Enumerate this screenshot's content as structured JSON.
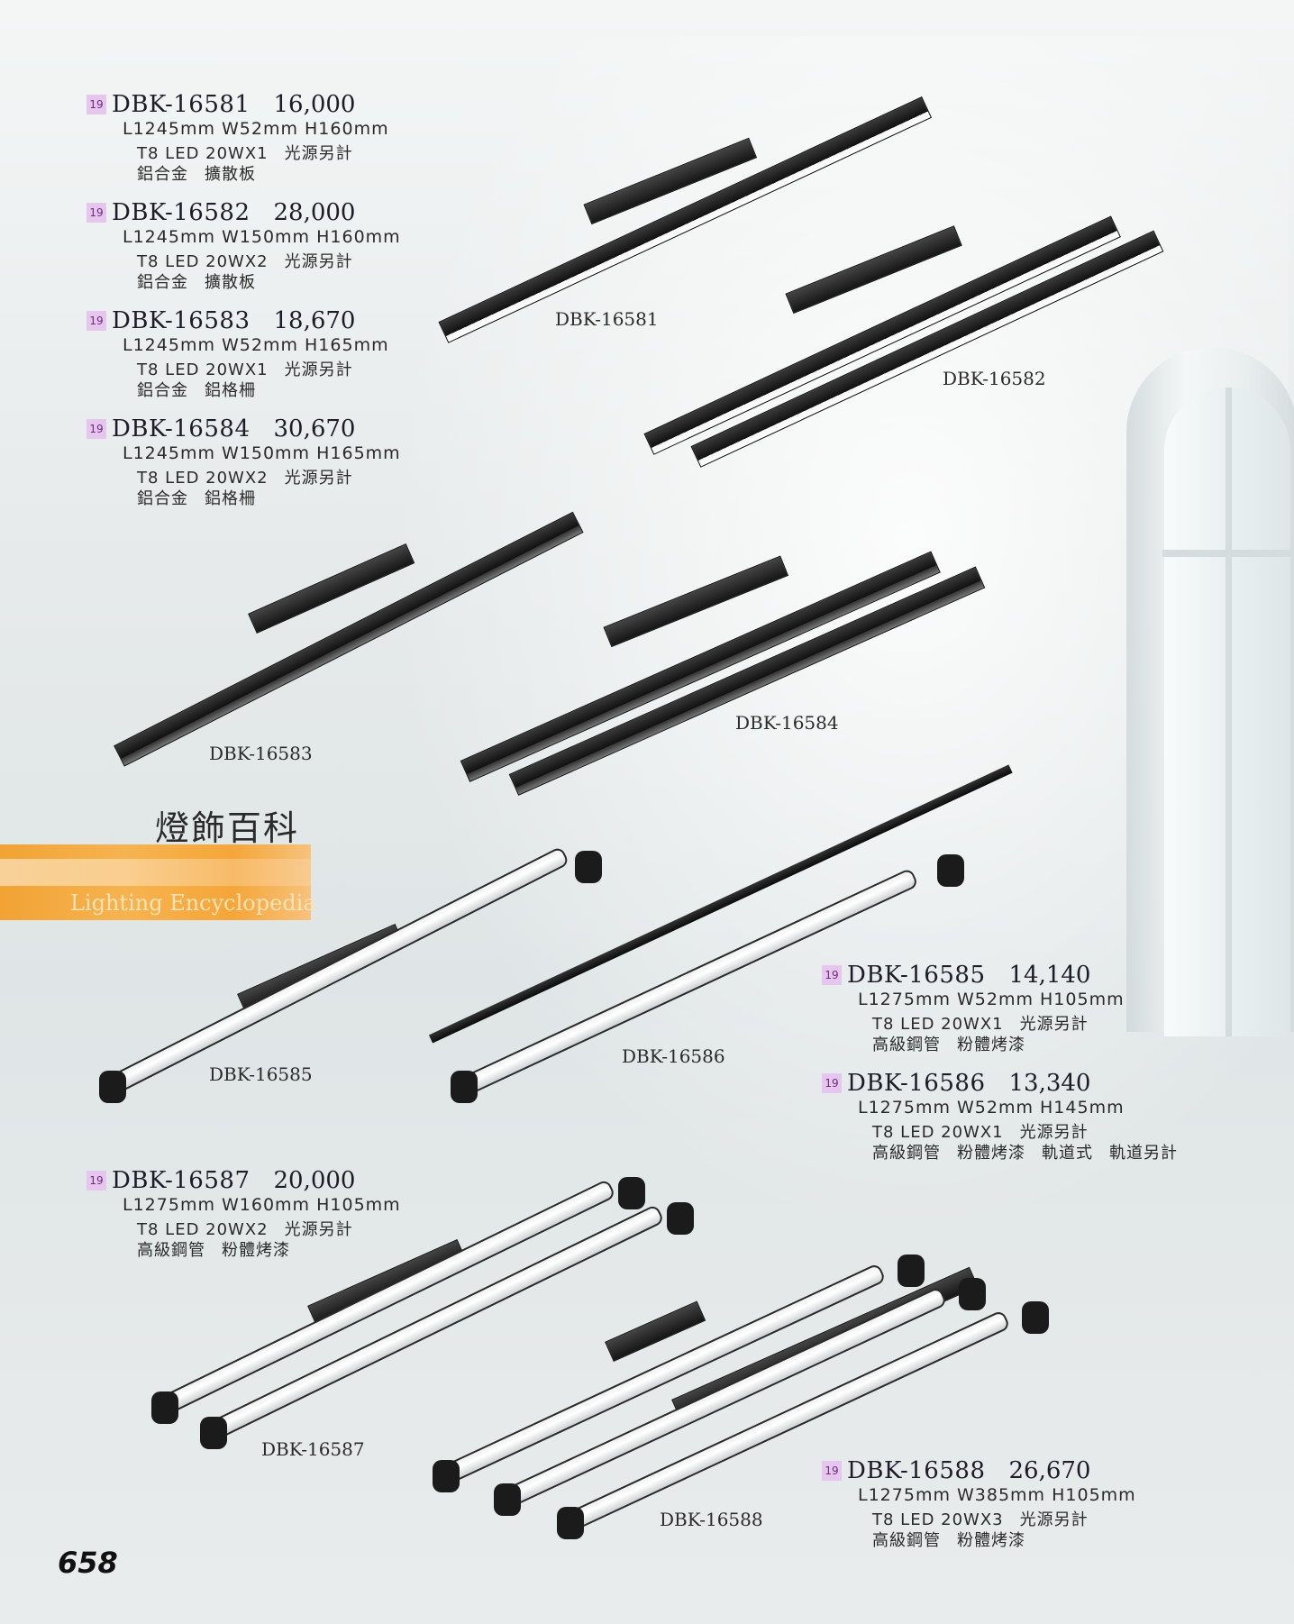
{
  "page_number": "658",
  "brand": {
    "title": "燈飾百科",
    "subtitle": "Lighting Encyclopedia"
  },
  "products": [
    {
      "badge": "19",
      "model": "DBK-16581",
      "price": "16,000",
      "dimensions": "L1245mm  W52mm  H160mm",
      "light": [
        "T8 LED 20WX1",
        "光源另計"
      ],
      "material": [
        "鋁合金",
        "擴散板"
      ],
      "label": "DBK-16581"
    },
    {
      "badge": "19",
      "model": "DBK-16582",
      "price": "28,000",
      "dimensions": "L1245mm  W150mm  H160mm",
      "light": [
        "T8 LED 20WX2",
        "光源另計"
      ],
      "material": [
        "鋁合金",
        "擴散板"
      ],
      "label": "DBK-16582"
    },
    {
      "badge": "19",
      "model": "DBK-16583",
      "price": "18,670",
      "dimensions": "L1245mm  W52mm  H165mm",
      "light": [
        "T8 LED 20WX1",
        "光源另計"
      ],
      "material": [
        "鋁合金",
        "鋁格柵"
      ],
      "label": "DBK-16583"
    },
    {
      "badge": "19",
      "model": "DBK-16584",
      "price": "30,670",
      "dimensions": "L1245mm  W150mm  H165mm",
      "light": [
        "T8 LED 20WX2",
        "光源另計"
      ],
      "material": [
        "鋁合金",
        "鋁格柵"
      ],
      "label": "DBK-16584"
    },
    {
      "badge": "19",
      "model": "DBK-16585",
      "price": "14,140",
      "dimensions": "L1275mm  W52mm  H105mm",
      "light": [
        "T8 LED 20WX1",
        "光源另計"
      ],
      "material": [
        "高級鋼管",
        "粉體烤漆"
      ],
      "label": "DBK-16585"
    },
    {
      "badge": "19",
      "model": "DBK-16586",
      "price": "13,340",
      "dimensions": "L1275mm  W52mm  H145mm",
      "light": [
        "T8 LED 20WX1",
        "光源另計"
      ],
      "material": [
        "高級鋼管",
        "粉體烤漆",
        "軌道式",
        "軌道另計"
      ],
      "label": "DBK-16586"
    },
    {
      "badge": "19",
      "model": "DBK-16587",
      "price": "20,000",
      "dimensions": "L1275mm  W160mm  H105mm",
      "light": [
        "T8 LED 20WX2",
        "光源另計"
      ],
      "material": [
        "高級鋼管",
        "粉體烤漆"
      ],
      "label": "DBK-16587"
    },
    {
      "badge": "19",
      "model": "DBK-16588",
      "price": "26,670",
      "dimensions": "L1275mm  W385mm  H105mm",
      "light": [
        "T8 LED 20WX3",
        "光源另計"
      ],
      "material": [
        "高級鋼管",
        "粉體烤漆"
      ],
      "label": "DBK-16588"
    }
  ]
}
